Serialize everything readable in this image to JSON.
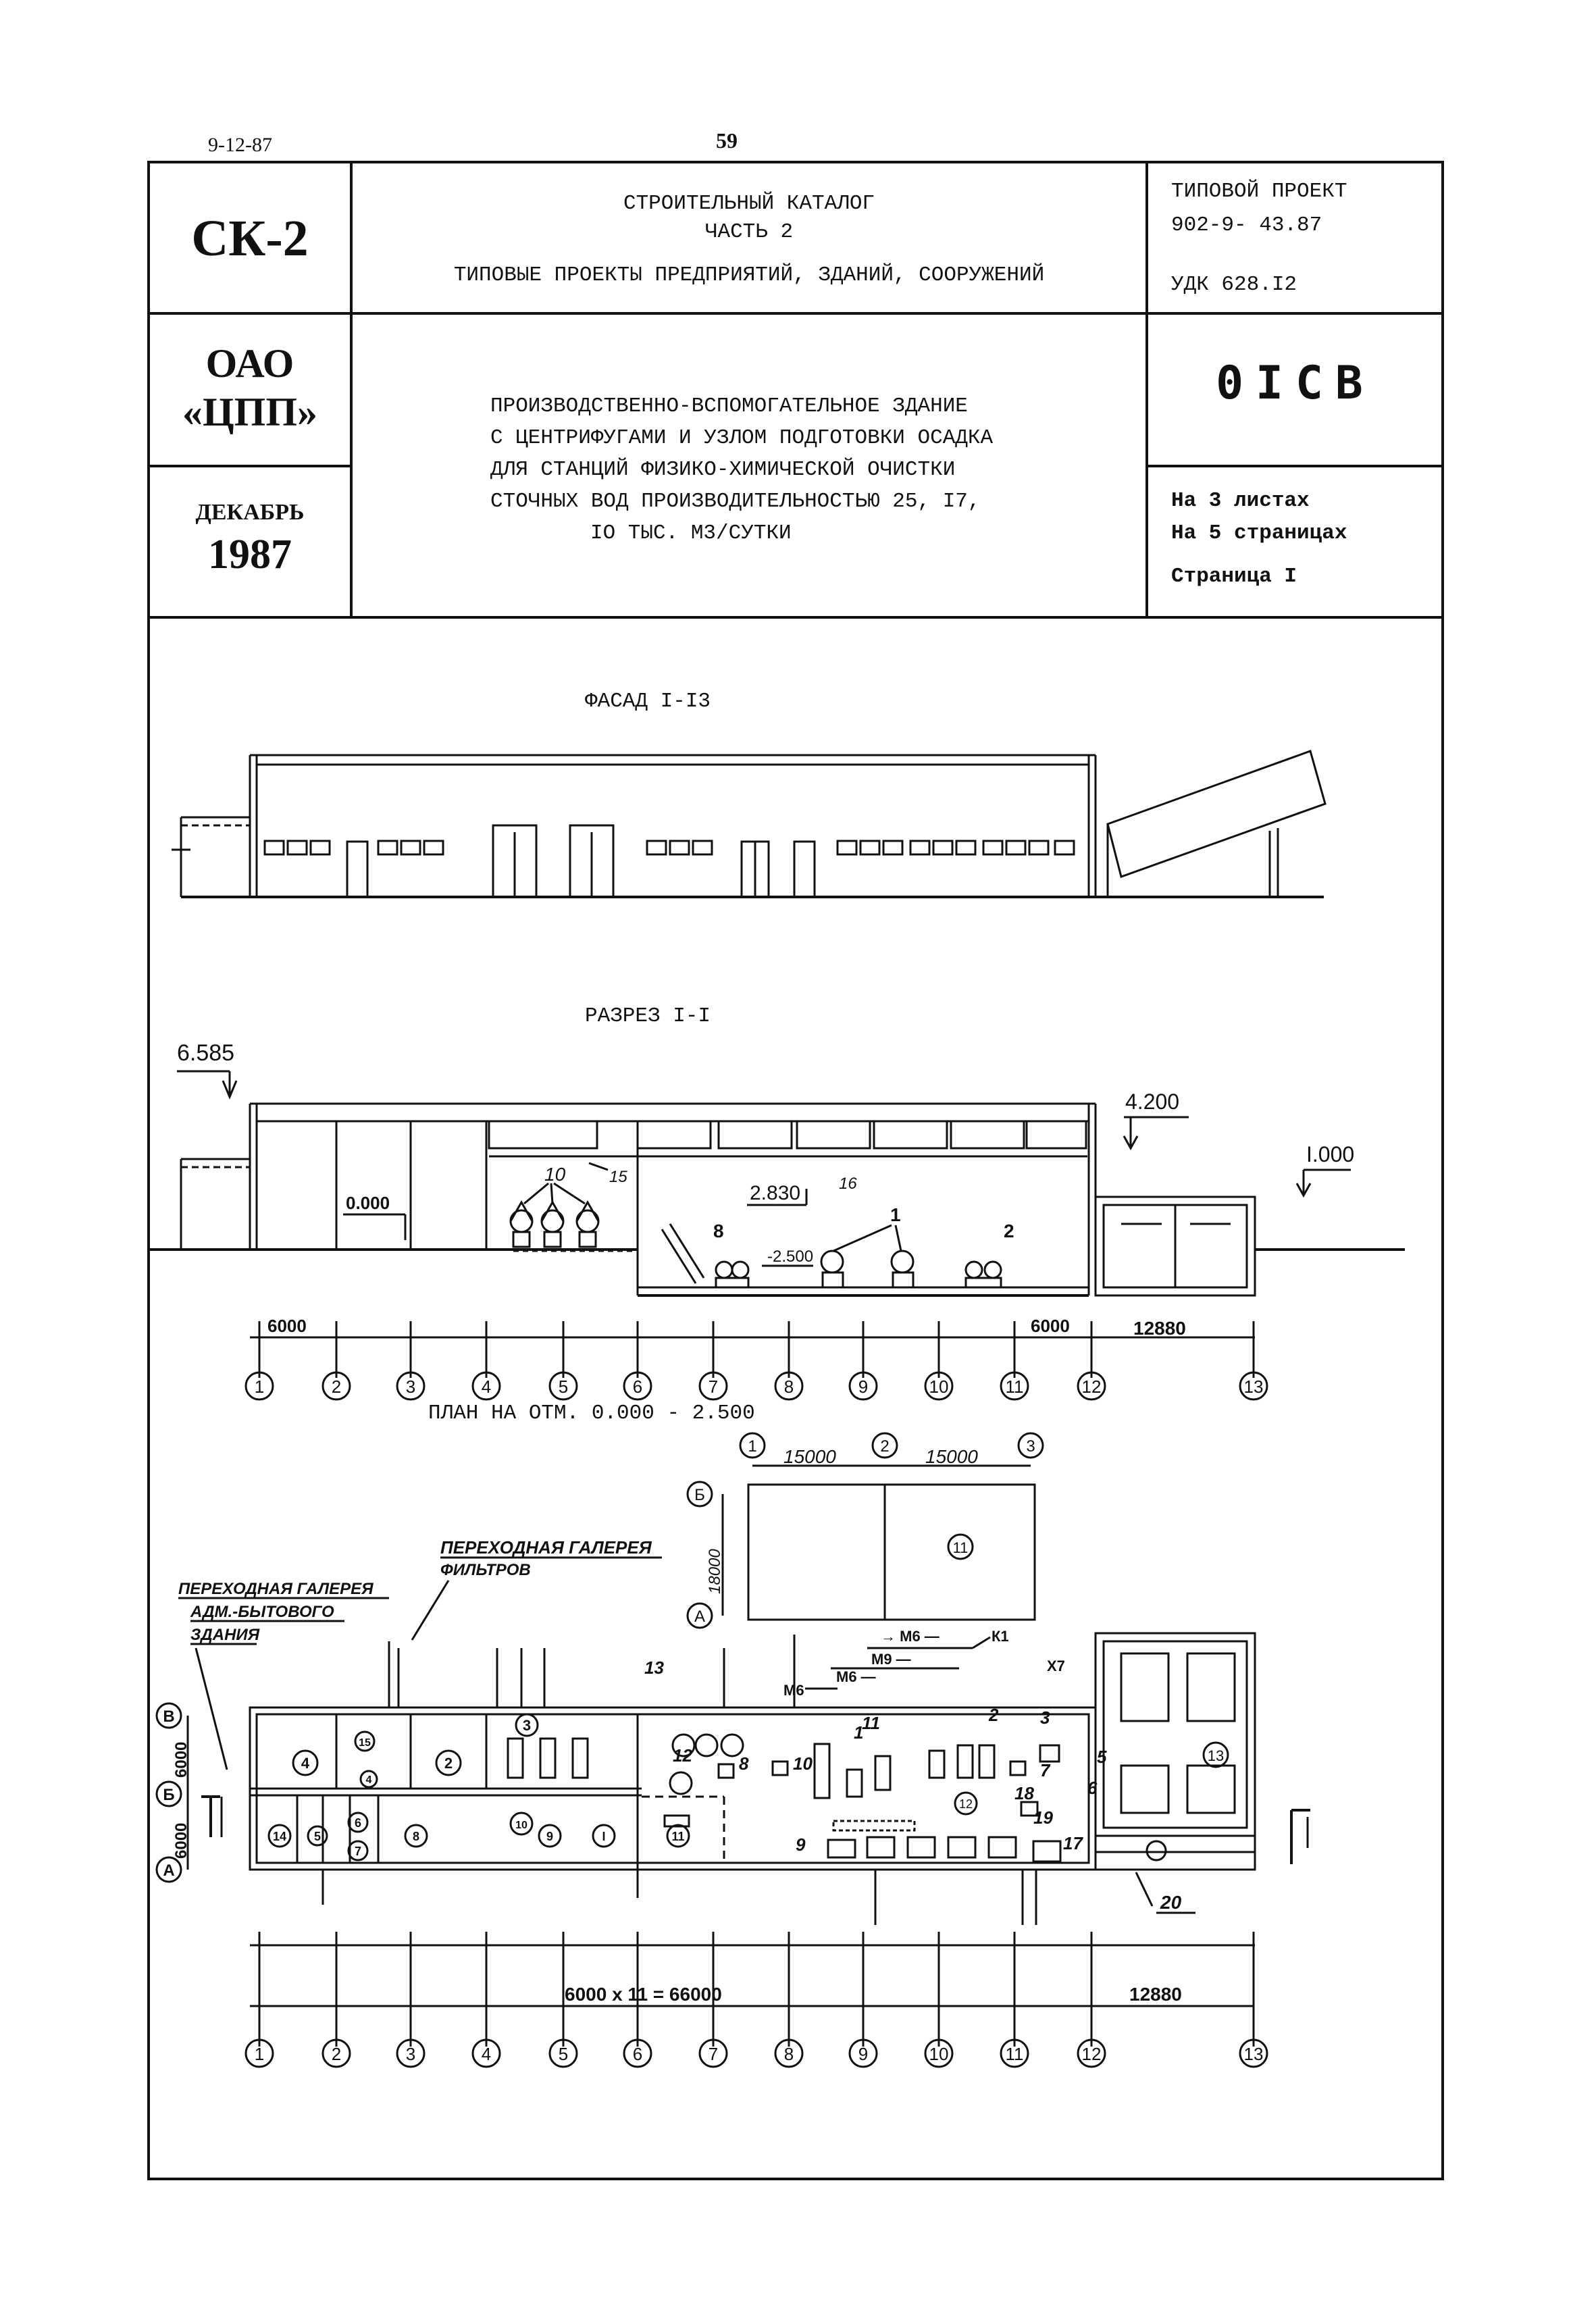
{
  "top": {
    "date": "9-12-87",
    "page_number": "59"
  },
  "header": {
    "code": "СК-2",
    "catalog_line1": "СТРОИТЕЛЬНЫЙ КАТАЛОГ",
    "catalog_line2": "ЧАСТЬ 2",
    "catalog_line3": "ТИПОВЫЕ ПРОЕКТЫ ПРЕДПРИЯТИЙ, ЗДАНИЙ, СООРУЖЕНИЙ",
    "project_label": "ТИПОВОЙ ПРОЕКТ",
    "project_number": "902-9- 43.87",
    "udk": "УДК 628.I2",
    "org_line1": "ОАО",
    "org_line2": "«ЦПП»",
    "month": "ДЕКАБРЬ",
    "year": "1987",
    "title_lines": [
      "ПРОИЗВОДСТВЕННО-ВСПОМОГАТЕЛЬНОЕ ЗДАНИЕ",
      "С ЦЕНТРИФУГАМИ И УЗЛОМ ПОДГОТОВКИ ОСАДКА",
      "ДЛЯ СТАНЦИЙ ФИЗИКО-ХИМИЧЕСКОЙ ОЧИСТКИ",
      "СТОЧНЫХ ВОД ПРОИЗВОДИТЕЛЬНОСТЬЮ 25, I7,",
      "IO ТЫС. М3/СУТКИ"
    ],
    "doc_code": "0ICB",
    "sheets": "На 3 листах",
    "pages": "На 5 страницах",
    "page": "Страница I"
  },
  "drawing": {
    "facade_title": "ФАСАД I-I3",
    "section_title": "РАЗРЕЗ I-I",
    "plan_title": "ПЛАН НА ОТМ. 0.000 - 2.500",
    "elev_6585": "6.585",
    "elev_4200": "4.200",
    "elev_1000": "I.000",
    "elev_0000": "0.000",
    "elev_2830": "2.830",
    "elev_m2500": "-2.500",
    "dim_6000": "6000",
    "dim_12880": "12880",
    "dim_15000": "15000",
    "dim_18000": "18000",
    "dim_total": "6000 x 11 = 66000",
    "gallery_filters": "ПЕРЕХОДНАЯ ГАЛЕРЕЯ ФИЛЬТРОВ",
    "gallery_adm_1": "ПЕРЕХОДНАЯ ГАЛЕРЕЯ",
    "gallery_adm_2": "АДМ.-БЫТОВОГО",
    "gallery_adm_3": "ЗДАНИЯ",
    "axes_numbers": [
      "1",
      "2",
      "3",
      "4",
      "5",
      "6",
      "7",
      "8",
      "9",
      "10",
      "11",
      "12",
      "13"
    ],
    "axes_letters_plan": [
      "В",
      "Б",
      "А"
    ],
    "axes_letters_top": [
      "Б",
      "А"
    ],
    "top_axes": [
      "1",
      "2",
      "3"
    ]
  }
}
